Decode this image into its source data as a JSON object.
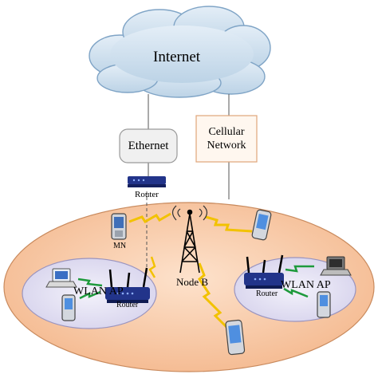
{
  "diagram": {
    "internet_label": "Internet",
    "ethernet_label": "Ethernet",
    "cellular_label_line1": "Cellular",
    "cellular_label_line2": "Network",
    "router_top_label": "Router",
    "mn_label": "MN",
    "node_b_label": "Node B",
    "wlan_ap_left_label": "WLAN AP",
    "wlan_ap_right_label": "WLAN AP",
    "router_left_label": "Router",
    "router_right_label": "Router"
  },
  "colors": {
    "cloud_fill": "#cfe0ee",
    "cloud_stroke": "#7fa4c6",
    "ethernet_fill": "#f0f0f0",
    "ethernet_stroke": "#9a9a9a",
    "cellular_fill": "#fff7ef",
    "cellular_stroke": "#e0a57a",
    "big_ellipse_fill": "#f8c9a6",
    "big_ellipse_stroke": "#c98a5d",
    "wlan_ellipse_fill": "#e4e1f2",
    "wlan_ellipse_stroke": "#9a94bf",
    "lightning": "#f2c200",
    "green_beam": "#1e9a3c",
    "router_blue": "#22348a"
  }
}
